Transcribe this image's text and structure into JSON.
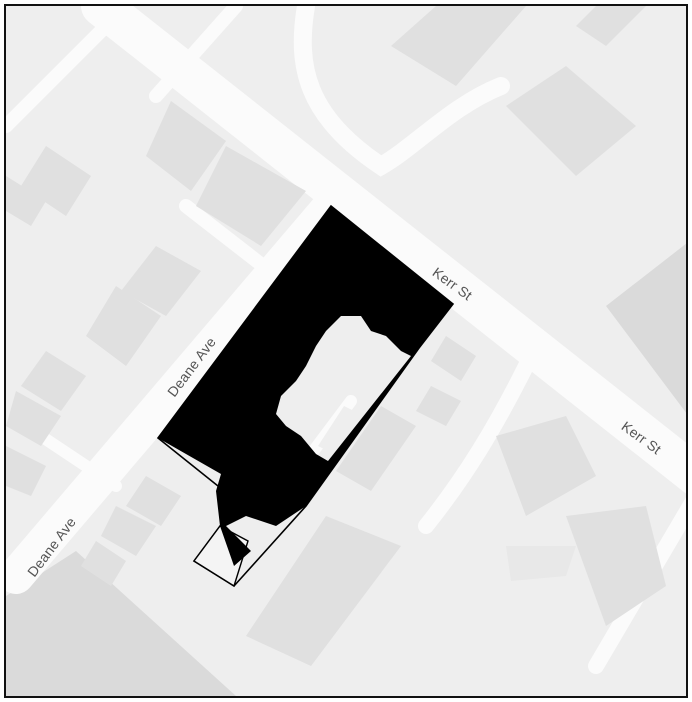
{
  "map": {
    "colors": {
      "background": "#eeeeee",
      "road": "#fbfbfb",
      "building": "#e0e0e0",
      "building_dark": "#d6d6d6",
      "large_block": "#dadada",
      "site_fill": "#000000",
      "site_outline": "#000000",
      "label": "#555555"
    },
    "labels": {
      "kerr_st_upper": "Kerr St",
      "kerr_st_lower": "Kerr St",
      "deane_ave_upper": "Deane Ave",
      "deane_ave_lower": "Deane Ave"
    }
  }
}
